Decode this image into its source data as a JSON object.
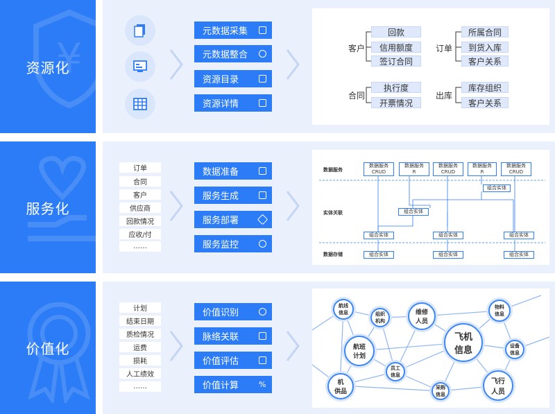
{
  "colors": {
    "accent": "#2b7cf6",
    "panel_bg": "#eaf1fd",
    "box_bg": "#dfe9fb"
  },
  "section1": {
    "title": "资源化",
    "icons": [
      "copy-document-icon",
      "monitor-icon",
      "table-icon"
    ],
    "buttons": [
      {
        "label": "元数据采集",
        "icon": "collect-icon"
      },
      {
        "label": "元数据整合",
        "icon": "integrate-icon"
      },
      {
        "label": "资源目录",
        "icon": "catalog-icon"
      },
      {
        "label": "资源详情",
        "icon": "detail-icon"
      }
    ],
    "diagram": {
      "customer": {
        "label": "客户",
        "items": [
          "回款",
          "信用额度",
          "签订合同"
        ]
      },
      "order": {
        "label": "订单",
        "items": [
          "所属合同",
          "到货入库",
          "客户关系"
        ]
      },
      "contract": {
        "label": "合同",
        "items": [
          "执行度",
          "开票情况"
        ]
      },
      "outbound": {
        "label": "出库",
        "items": [
          "库存组织",
          "客户关系"
        ]
      }
    }
  },
  "section2": {
    "title": "服务化",
    "tags": [
      "订单",
      "合同",
      "客户",
      "供应商",
      "回款情况",
      "应收/付",
      "……"
    ],
    "buttons": [
      {
        "label": "数据准备",
        "icon": "prepare-icon"
      },
      {
        "label": "服务生成",
        "icon": "generate-icon"
      },
      {
        "label": "服务部署",
        "icon": "deploy-icon"
      },
      {
        "label": "服务监控",
        "icon": "monitor-icon"
      }
    ],
    "diagram": {
      "row_labels": [
        "数据服务",
        "实体关联",
        "数据存储"
      ],
      "services": [
        {
          "line1": "数据服务",
          "line2": "CRUD"
        },
        {
          "line1": "数据服务",
          "line2": "R"
        },
        {
          "line1": "数据服务",
          "line2": "CRUD"
        },
        {
          "line1": "数据服务",
          "line2": "R"
        },
        {
          "line1": "数据服务",
          "line2": "CRUD"
        }
      ],
      "entity": "组合实体"
    }
  },
  "section3": {
    "title": "价值化",
    "tags": [
      "计划",
      "结束日期",
      "质检情况",
      "运费",
      "损耗",
      "人工绩效",
      "……"
    ],
    "buttons": [
      {
        "label": "价值识别",
        "icon": "bulb-icon"
      },
      {
        "label": "脉络关联",
        "icon": "link-icon"
      },
      {
        "label": "价值评估",
        "icon": "evaluate-icon"
      },
      {
        "label": "价值计算",
        "icon": "percent-icon"
      }
    ],
    "graph": {
      "nodes": [
        "航线\n信息",
        "组织\n机构",
        "维修\n人员",
        "物料\n信息",
        "航班\n计划",
        "飞机\n信息",
        "设备\n信息",
        "员工\n信息",
        "机\n供品",
        "采购\n信息",
        "飞行\n人员"
      ]
    }
  }
}
